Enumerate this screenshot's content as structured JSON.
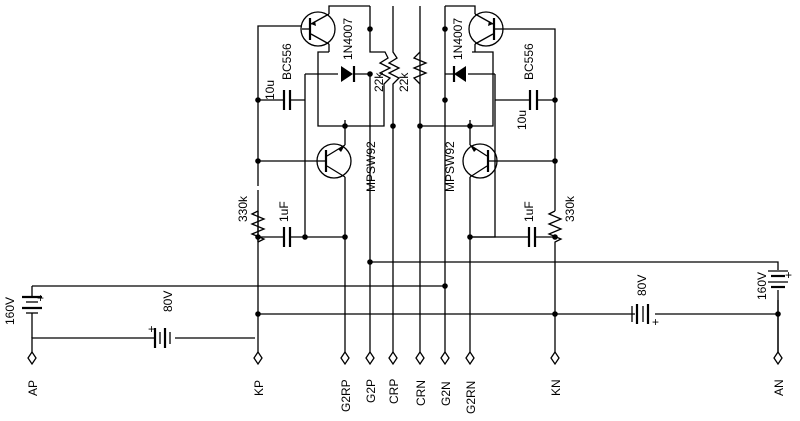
{
  "colors": {
    "background": "#ffffff",
    "ink": "#000000"
  },
  "components": {
    "q_top_left": "BC556",
    "d_top_left": "1N4007",
    "r_top_left": "22k",
    "c_top_left": "10u",
    "q_mid_left": "MPSW92",
    "r_bot_left": "330k",
    "c_bot_left": "1uF",
    "q_top_right": "BC556",
    "d_top_right": "1N4007",
    "r_top_right": "22k",
    "c_top_right": "10u",
    "q_mid_right": "MPSW92",
    "r_bot_right": "330k",
    "c_bot_right": "1uF"
  },
  "sources": {
    "bat_left_160": "160V",
    "bat_left_80": "80V",
    "bat_right_80": "80V",
    "bat_right_160": "160V",
    "plus": "+"
  },
  "pins": [
    "AP",
    "KP",
    "G2RP",
    "G2P",
    "CRP",
    "CRN",
    "G2N",
    "G2RN",
    "KN",
    "AN"
  ]
}
